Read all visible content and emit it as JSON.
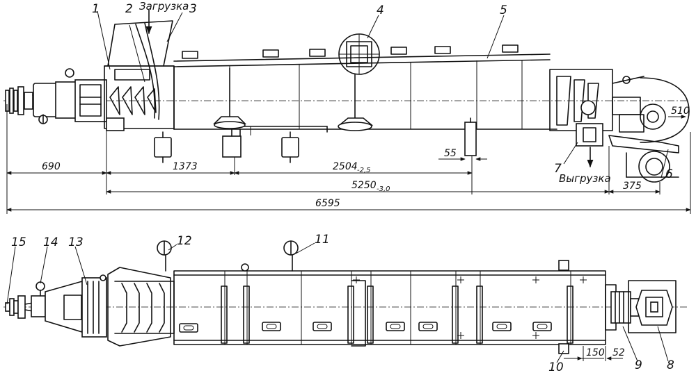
{
  "figure": {
    "callouts": {
      "c1": "1",
      "c2": "2",
      "c3": "3",
      "c4": "4",
      "c5": "5",
      "c6": "6",
      "c7": "7",
      "c8": "8",
      "c9": "9",
      "c10": "10",
      "c11": "11",
      "c12": "12",
      "c13": "13",
      "c14": "14",
      "c15": "15"
    },
    "labels": {
      "loading": "Загрузка",
      "unloading": "Выгрузка"
    },
    "dimensions": {
      "d690": "690",
      "d1373": "1373",
      "d2504": "2504",
      "d2504_tol": "-2,5",
      "d55": "55",
      "d5250": "5250",
      "d5250_tol": "-3,0",
      "d6595": "6595",
      "d375": "375",
      "d510": "510",
      "d150": "150",
      "d52": "52"
    }
  }
}
